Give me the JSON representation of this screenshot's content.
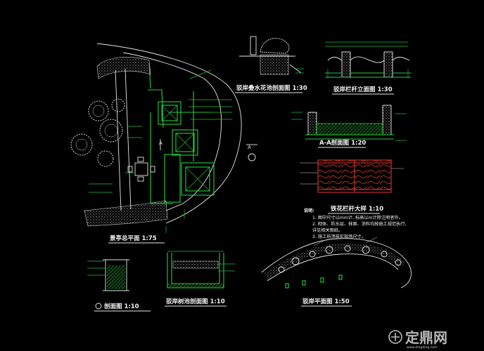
{
  "drawing": {
    "views": {
      "site_plan": "景亭总平面 1:75",
      "pool_section": "驳岸叠水花池剖面图 1:30",
      "railing_elevation": "驳岸栏杆立面图 1:30",
      "aa_section": "A-A剖面图 1:20",
      "iron_railing_detail": "铁花栏杆大样 1:10",
      "section_1": "剖面图 1:10",
      "tree_pool_section": "驳岸树池剖面图 1:10",
      "revetment_plan": "驳岸平面图 1:50"
    },
    "notes": {
      "heading": "说明:",
      "items": [
        "1. 图中尺寸以mm计, 标高以m计除注明者外。",
        "2. 砌体、防水层、抹面、涂料均按施工规范执行,",
        "   详见相关图纸。",
        "3. 施工前须核实现场尺寸。"
      ]
    },
    "section_marks": [
      "A",
      "A"
    ]
  },
  "watermark": {
    "text": "定鼎网",
    "url": "www.dingding.com"
  },
  "colors": {
    "background": "#000000",
    "linework_green": "#22d13a",
    "linework_white": "#e6e6e6",
    "railing_red": "#e33a2f"
  }
}
